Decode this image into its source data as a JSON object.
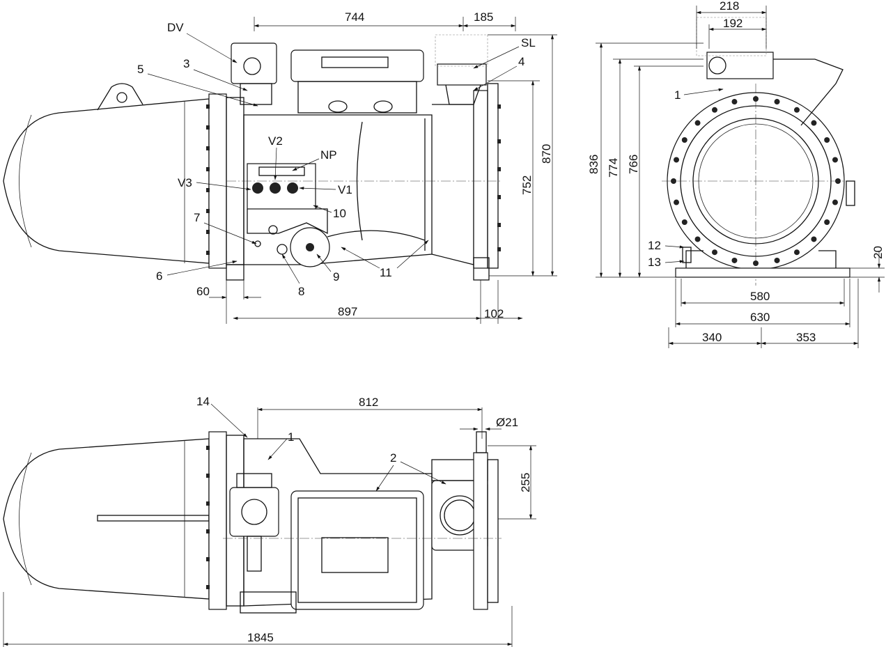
{
  "drawing": {
    "side_view": {
      "dims": {
        "d744": "744",
        "d185": "185",
        "d752": "752",
        "d870": "870",
        "d60": "60",
        "d897": "897",
        "d102": "102"
      },
      "labels": {
        "DV": "DV",
        "n3": "3",
        "n5": "5",
        "SL": "SL",
        "n4": "4",
        "V2": "V2",
        "NP": "NP",
        "V3": "V3",
        "V1": "V1",
        "n10": "10",
        "n7": "7",
        "n6": "6",
        "n8": "8",
        "n9": "9",
        "n11": "11"
      }
    },
    "end_view": {
      "dims": {
        "d218": "218",
        "d192": "192",
        "d836": "836",
        "d774": "774",
        "d766": "766",
        "d20": "20",
        "d580": "580",
        "d630": "630",
        "d340": "340",
        "d353": "353"
      },
      "labels": {
        "n1": "1",
        "n12": "12",
        "n13": "13"
      }
    },
    "top_view": {
      "dims": {
        "d812": "812",
        "d21": "Ø21",
        "d255": "255",
        "d1845": "1845"
      },
      "labels": {
        "n14": "14",
        "n1": "1",
        "n2": "2"
      }
    }
  }
}
